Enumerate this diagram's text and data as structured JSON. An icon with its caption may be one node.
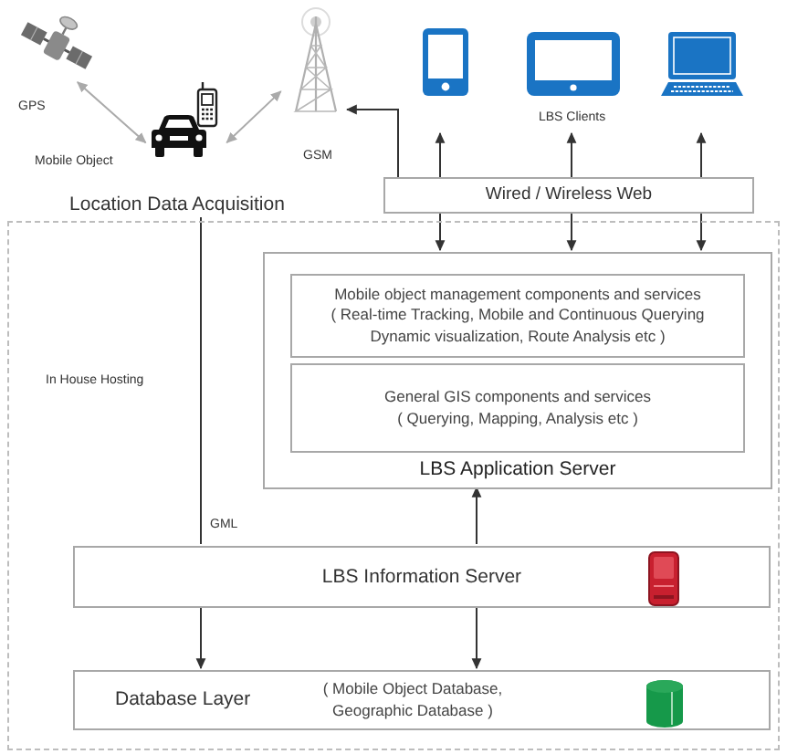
{
  "diagram": {
    "nodes": [
      {
        "text": [],
        "shape": "picture",
        "beside": [
          "GPS"
        ]
      },
      {
        "text": [],
        "shape": "picture",
        "beside": [
          "Mobile Object"
        ]
      },
      {
        "text": [],
        "shape": "picture",
        "beside": [
          "GSM"
        ]
      },
      {
        "text": [],
        "shape": "picture"
      },
      {
        "text": [],
        "shape": "picture"
      },
      {
        "text": [],
        "shape": "picture"
      },
      {
        "text": [
          "Location Data Acquisition"
        ]
      },
      {
        "text": [
          "Wired / Wireless Web"
        ]
      },
      {
        "text": [
          "In House Hosting"
        ]
      },
      {
        "text": [
          "LBS Application Server"
        ],
        "in": 8
      },
      {
        "text": [
          "Mobile object management components and services",
          "( Real-time Tracking, Mobile and Continuous Querying Dynamic visualization, Route Analysis etc )"
        ],
        "in": 9
      },
      {
        "text": [
          "General GIS components and services",
          "( Querying, Mapping, Analysis etc )"
        ],
        "in": 9
      },
      {
        "text": [
          "LBS Information Server"
        ],
        "in": 8
      },
      {
        "text": [
          "Database Layer",
          "( Mobile Object Database, Geographic Database )"
        ],
        "in": 8
      }
    ],
    "edges": [
      {
        "from": 0,
        "to": 1,
        "arrow": "both",
        "color": "#aaaaaa"
      },
      {
        "from": 1,
        "to": 2,
        "arrow": "both",
        "color": "#aaaaaa"
      },
      {
        "from": 7,
        "to": 2,
        "arrow": "to"
      },
      {
        "from": 7,
        "to": 3,
        "arrow": "to"
      },
      {
        "from": 7,
        "to": 4,
        "arrow": "to"
      },
      {
        "from": 7,
        "to": 5,
        "arrow": "to"
      },
      {
        "from": 7,
        "to": 9,
        "arrow": "to"
      },
      {
        "from": 7,
        "to": 9,
        "arrow": "to"
      },
      {
        "from": 7,
        "to": 9,
        "arrow": "to"
      },
      {
        "from": 6,
        "to": 12,
        "arrow": "none",
        "label": "GML"
      },
      {
        "from": 12,
        "to": 9,
        "arrow": "to"
      },
      {
        "from": 12,
        "to": 13,
        "arrow": "to"
      },
      {
        "from": 12,
        "to": 13,
        "arrow": "to"
      }
    ],
    "labels": [
      "LBS Clients"
    ]
  }
}
